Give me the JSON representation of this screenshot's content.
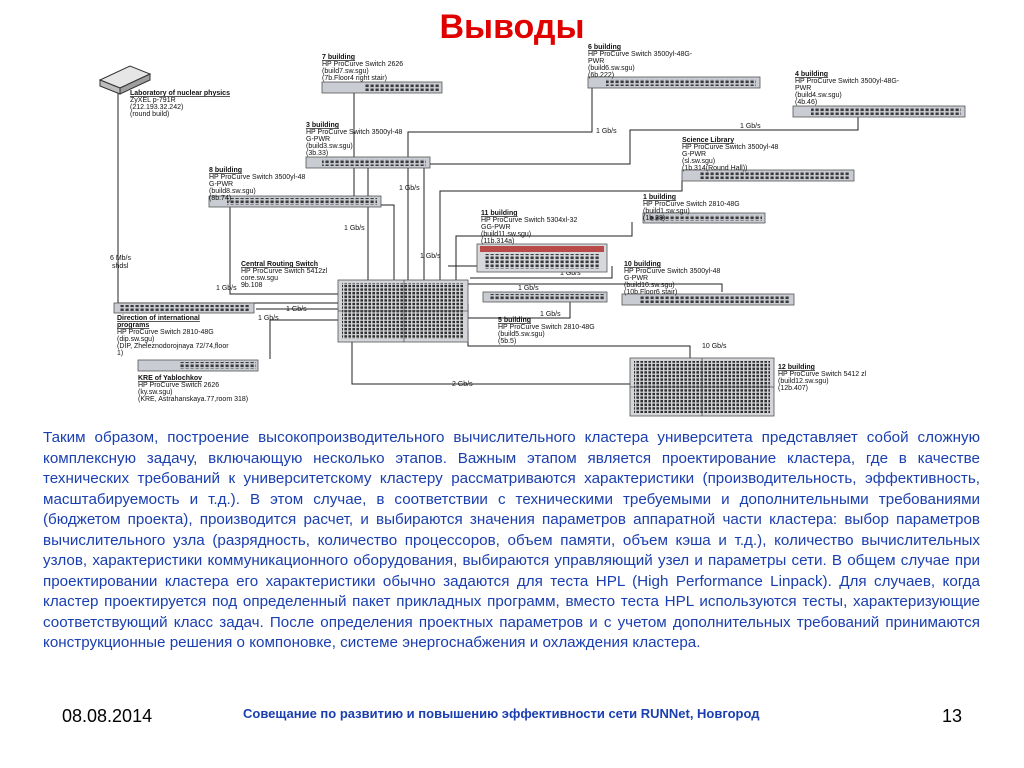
{
  "slide": {
    "title": "Выводы",
    "body": "Таким образом, построение высокопроизводительного вычислительного кластера университета представляет собой сложную комплексную задачу, включающую несколько этапов. Важным этапом является проектирование кластера, где в качестве технических требований к университетскому кластеру рассматриваются характеристики (производительность, эффективность, масштабируемость и т.д.). В этом случае, в соответствии с техническими требуемыми и дополнительными требованиями (бюджетом проекта), производится расчет, и выбираются значения параметров аппаратной части кластера: выбор параметров вычислительного узла (разрядность, количество процессоров, объем памяти, объем кэша и т.д.), количество вычислительных узлов, характеристики коммуникационного оборудования, выбираются управляющий узел и параметры сети. В общем случае при проектировании кластера его характеристики обычно задаются для теста HPL (High Performance Linpack). Для случаев, когда кластер проектируется под определенный пакет прикладных программ, вместо теста HPL используются тесты, характеризующие соответствующий класс задач. После определения проектных параметров и с учетом дополнительных требований принимаются конструкционные решения о компоновке, системе энергоснабжения и охлаждения кластера.",
    "footer": {
      "date": "08.08.2014",
      "meeting": "Совещание по развитию и повышению эффективности сети RUNNet, Новгород",
      "page": "13"
    },
    "colors": {
      "title": "#e00000",
      "body_text": "#1a3fb0",
      "footer_meeting": "#1a3fb0"
    }
  },
  "diagram": {
    "nodes": {
      "lab": {
        "title": "Laboratory of nuclear physics",
        "lines": [
          "ZyXEL p-791R",
          "(212.193.32.242)",
          "(round build)"
        ]
      },
      "b7": {
        "title": "7 building",
        "lines": [
          "HP ProCurve Switch 2626",
          "(build7.sw.sgu)",
          "(7b.Floor4 right stair)"
        ]
      },
      "b6": {
        "title": "6 building",
        "lines": [
          "HP ProCurve Switch 3500yl-48G-",
          "PWR",
          "(build6.sw.sgu)",
          "(6b.222)"
        ]
      },
      "b4": {
        "title": "4 building",
        "lines": [
          "HP ProCurve Switch 3500yl-48G-",
          "PWR",
          "(build4.sw.sgu)",
          "(4b.46)"
        ]
      },
      "b3": {
        "title": "3 building",
        "lines": [
          "HP ProCurve Switch 3500yl-48",
          "G-PWR",
          "(build3.sw.sgu)",
          "(3b.33)"
        ]
      },
      "science": {
        "title": "Science Library",
        "lines": [
          "HP ProCurve Switch 3500yl-48",
          "G-PWR",
          "(sl.sw.sgu)",
          "(1b.314(Round Hall))"
        ]
      },
      "b8": {
        "title": "8 building",
        "lines": [
          "HP ProCurve Switch 3500yl-48",
          "G-PWR",
          "(build8.sw.sgu)",
          "(8b.74)"
        ]
      },
      "b1": {
        "title": "1 building",
        "lines": [
          "HP ProCurve Switch 2810-48G",
          "(build1.sw.sgu)",
          "(1b.28)"
        ]
      },
      "b11": {
        "title": "11 building",
        "lines": [
          "HP ProCurve Switch 5304xl-32",
          "GG-PWR",
          "(build11.sw.sgu)",
          "(11b.314a)"
        ]
      },
      "central": {
        "title": "Central Routing Switch",
        "lines": [
          "HP ProCurve Switch 5412zl",
          "core.sw.sgu",
          "9b.108"
        ]
      },
      "b10": {
        "title": "10 building",
        "lines": [
          "HP ProCurve Switch 3500yl-48",
          "G-PWR",
          "(build10.sw.sgu)",
          "(10b.Floor6 stair)"
        ]
      },
      "dir": {
        "title": "Direction of international",
        "lines": [
          "programs",
          "HP ProCurve Switch 2810-48G",
          "(dip.sw.sgu)",
          "(DIP, Zheleznodorojnaya 72/74,floor",
          "1)"
        ]
      },
      "b5": {
        "title": "5 building",
        "lines": [
          "HP ProCurve Switch 2810-48G",
          "(build5.sw.sgu)",
          "(5b.5)"
        ]
      },
      "kre": {
        "title": "KRE of Yablochkov",
        "lines": [
          "HP ProCurve Switch 2626",
          "(ky.sw.sgu)",
          "(KRE, Astrahanskaya.77,room 318)"
        ]
      },
      "b12": {
        "title": "12 building",
        "lines": [
          "HP ProCurve Switch 5412 zl",
          "(build12.sw.sgu)",
          "(12b.407)"
        ]
      }
    },
    "links": {
      "mbs6": [
        "6 Mb/s",
        "shdsl"
      ],
      "gbs1": "1 Gb/s",
      "gbs2": "2 Gb/s",
      "gbs10": "10 Gb/s"
    },
    "colors": {
      "line": "#222222",
      "device_panel": "#c9ccd2",
      "device_port": "#3a3a3a",
      "title_underline": "#000000"
    }
  }
}
